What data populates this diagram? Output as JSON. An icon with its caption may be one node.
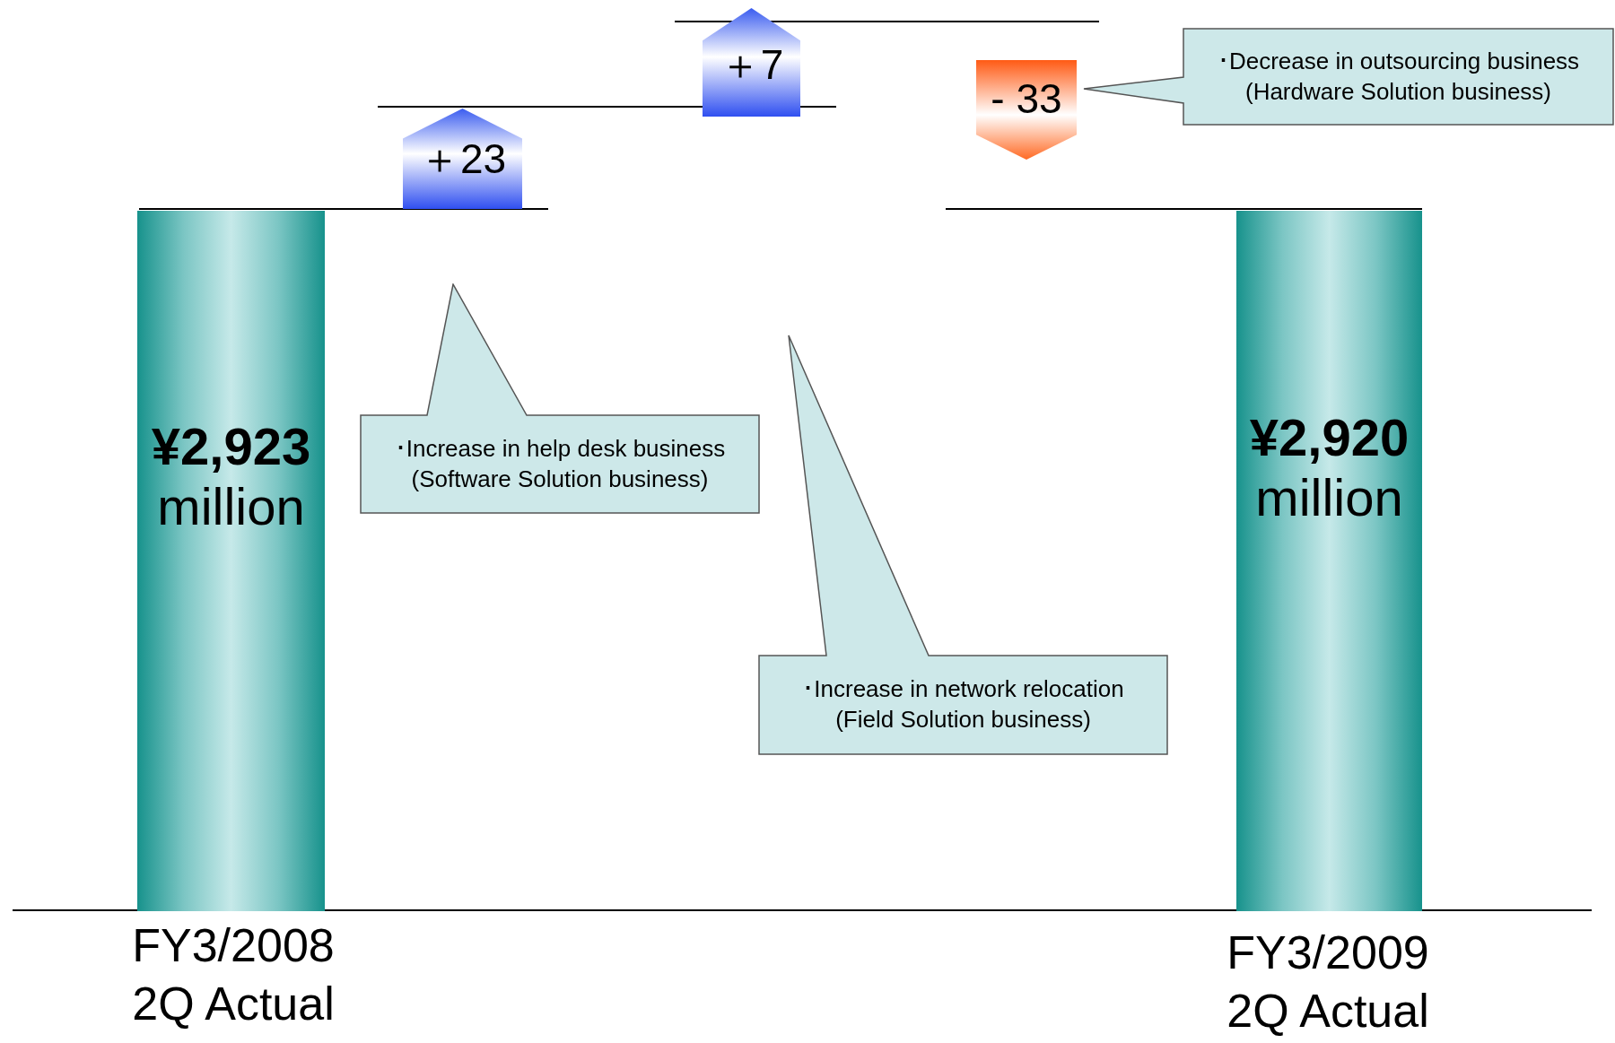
{
  "diagram": {
    "nodes": [
      {
        "text": [
          "¥2,923",
          "million"
        ],
        "beside": [
          "FY3/2008 2Q Actual"
        ]
      },
      {
        "text": [
          "＋23"
        ]
      },
      {
        "text": [
          "＋7"
        ]
      },
      {
        "text": [
          "- 33"
        ]
      },
      {
        "text": [
          "¥2,920",
          "million"
        ],
        "beside": [
          "FY3/2009 2Q Actual"
        ]
      },
      {
        "text": [
          "･Increase in help desk business (Software Solution business)"
        ]
      },
      {
        "text": [
          "･Increase in network relocation (Field Solution business)"
        ]
      },
      {
        "text": [
          "･Decrease in outsourcing business (Hardware Solution business)"
        ]
      }
    ]
  }
}
